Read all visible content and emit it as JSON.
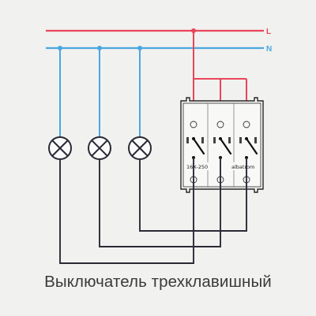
{
  "labels": {
    "line": "L",
    "neutral": "N"
  },
  "module_markings": {
    "left": "16X-250",
    "right": "albatrom"
  },
  "caption": "Выключатель трехклавишный",
  "colors": {
    "line": "#e8455a",
    "neutral": "#4aa7e0",
    "return_wire": "#2a2a36",
    "background": "#f1f1ef"
  }
}
